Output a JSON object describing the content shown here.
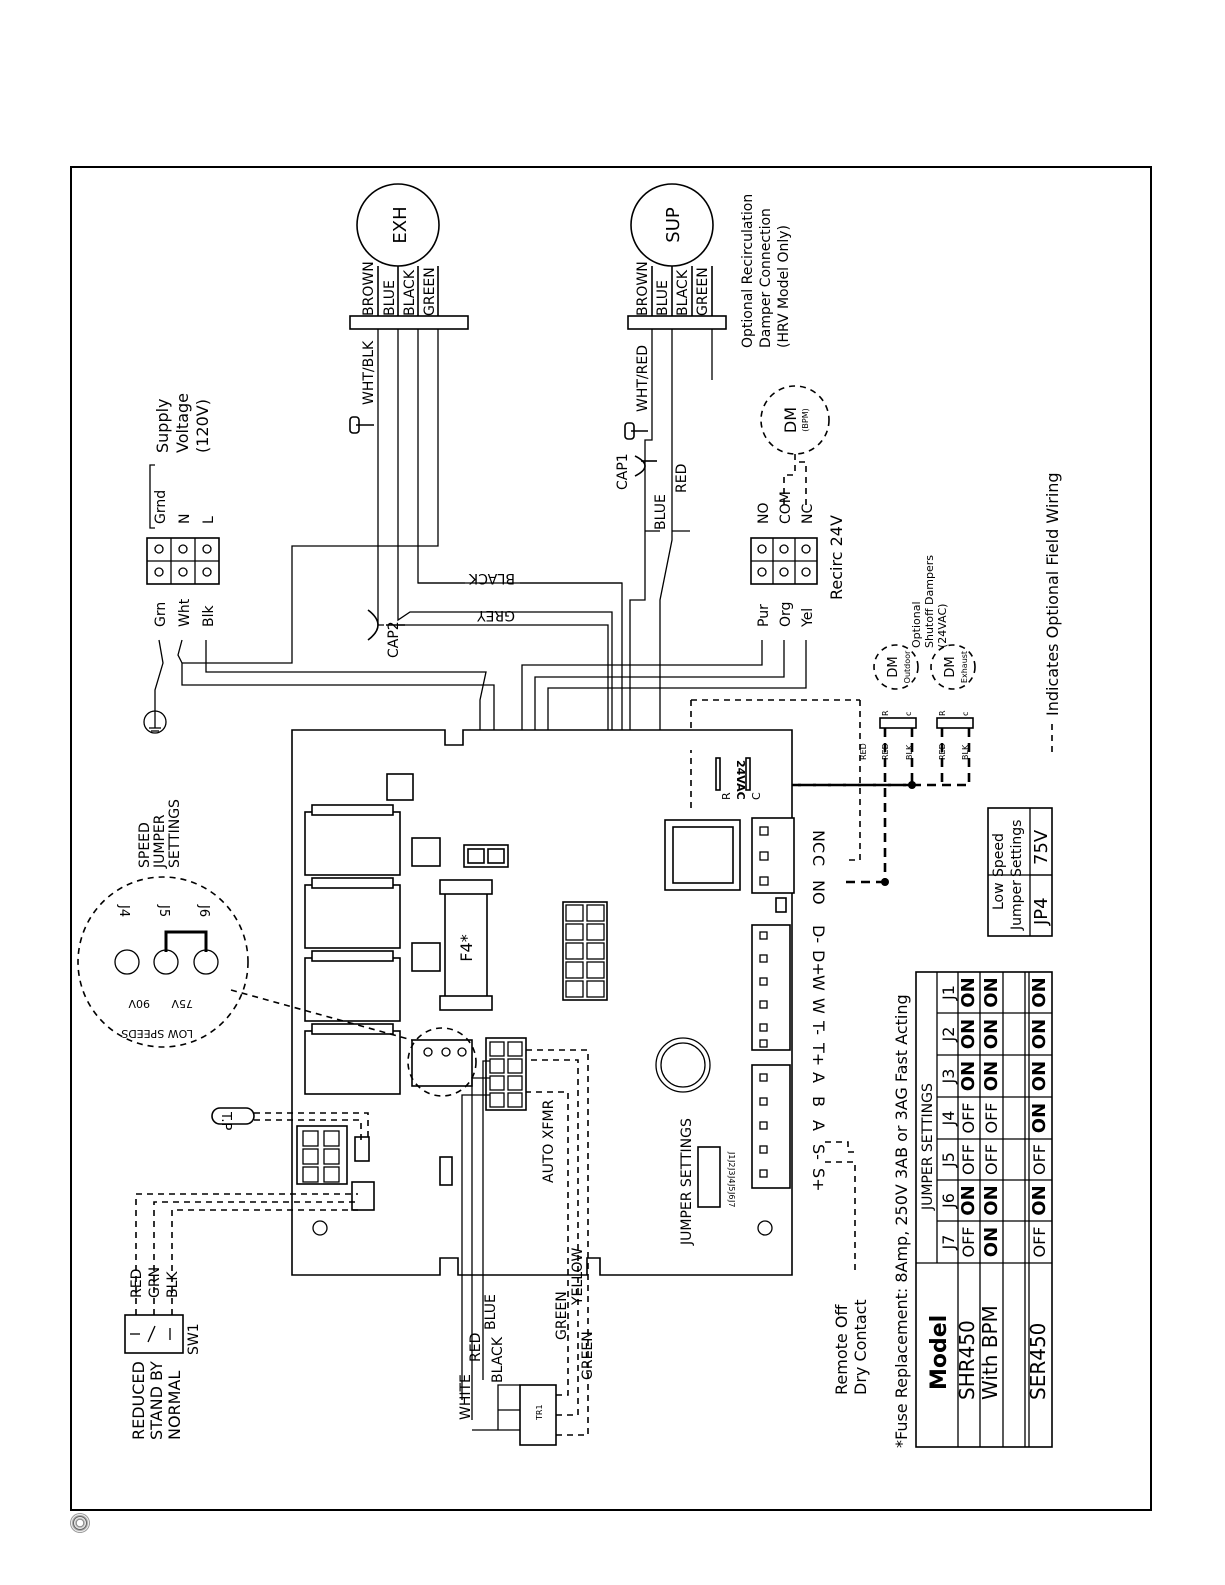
{
  "motors": {
    "exh": {
      "label": "EXH",
      "wires": [
        "BROWN",
        "BLUE",
        "BLACK",
        "GREEN"
      ],
      "tap_wire": "WHT/BLK"
    },
    "sup": {
      "label": "SUP",
      "wires": [
        "BROWN",
        "BLUE",
        "BLACK",
        "GREEN"
      ],
      "tap_wire": "WHT/RED",
      "cap": "CAP1",
      "lead_blue": "BLUE",
      "lead_red": "RED"
    }
  },
  "recirc_note": [
    "Optional Recirculation",
    "Damper Connection",
    "(HRV Model Only)"
  ],
  "damper_motor": {
    "label": "DM",
    "sub": "(BPM)"
  },
  "supply": {
    "terminals": [
      "Grn",
      "Wht",
      "Blk"
    ],
    "codes": [
      "Grnd",
      "N",
      "L"
    ],
    "title": [
      "Supply",
      "Voltage",
      "(120V)"
    ],
    "cap": "CAP2",
    "wire_black": "BLACK",
    "wire_grey": "GREY"
  },
  "recirc": {
    "wires": [
      "Pur",
      "Org",
      "Yel"
    ],
    "contacts": [
      "NO",
      "COM",
      "NC"
    ],
    "label": "Recirc 24V"
  },
  "shutoff": {
    "title": [
      "Optional",
      "Shutoff Dampers",
      "(24VAC)"
    ],
    "dm_outdoor": {
      "label": "DM",
      "sub": "Outdoor"
    },
    "dm_exhaust": {
      "label": "DM",
      "sub": "Exhaust"
    },
    "pin_r": "R",
    "pin_c": "c",
    "wire_red": "RED",
    "wire_blk": "BLK"
  },
  "legend": "Indicates Optional Field Wiring",
  "speed_jumper": {
    "title": [
      "SPEED",
      "JUMPER",
      "SETTINGS"
    ],
    "pins": [
      "J4",
      "J5",
      "J6"
    ],
    "circle_title": "LOW SPEEDS",
    "voltages": [
      "90V",
      "75V"
    ]
  },
  "board": {
    "fuse": "F4*",
    "auto_xfmr": "AUTO XFMR",
    "jumper_label": "JUMPER SETTINGS",
    "jumper_pins": [
      "J1",
      "J2",
      "J3",
      "J4",
      "J5",
      "J6",
      "J7"
    ],
    "ac_label": "24VAC",
    "ac_r": "R",
    "ac_c": "C",
    "relay_terms": [
      "NC",
      "C",
      "NO"
    ],
    "terms_right": [
      "D-",
      "D+",
      "W",
      "W",
      "T-",
      "T+"
    ],
    "terms_left": [
      "A",
      "B",
      "A",
      "S-",
      "S+"
    ],
    "tp": "T.P"
  },
  "remote": [
    "Remote Off",
    "Dry Contact"
  ],
  "switch": {
    "positions": [
      "REDUCED",
      "STAND BY",
      "NORMAL"
    ],
    "name": "SW1",
    "wires": [
      "RED",
      "GRN",
      "BLK"
    ]
  },
  "transformer": {
    "name": "TR1",
    "wires_left": [
      "WHITE",
      "RED",
      "BLUE",
      "BLACK"
    ],
    "wires_right": [
      "GREEN",
      "YELLOW",
      "GREEN"
    ]
  },
  "low_speed_table": {
    "title": [
      "Low",
      "Speed",
      "Jumper",
      "Settings"
    ],
    "row": [
      "JP4",
      "75V"
    ]
  },
  "fuse_note": "*Fuse Replacement: 8Amp, 250V 3AB or 3AG Fast Acting",
  "jumper_table": {
    "header_model": "Model",
    "header_group": "JUMPER SETTINGS",
    "columns": [
      "J7",
      "J6",
      "J5",
      "J4",
      "J3",
      "J2",
      "J1"
    ],
    "rows": [
      {
        "model": "SHR450",
        "values": [
          "OFF",
          "ON",
          "OFF",
          "OFF",
          "ON",
          "ON",
          "ON"
        ]
      },
      {
        "model": "With BPM",
        "values": [
          "ON",
          "ON",
          "OFF",
          "OFF",
          "ON",
          "ON",
          "ON"
        ]
      },
      {
        "model": "SER450",
        "values": [
          "OFF",
          "ON",
          "OFF",
          "ON",
          "ON",
          "ON",
          "ON"
        ]
      }
    ]
  }
}
